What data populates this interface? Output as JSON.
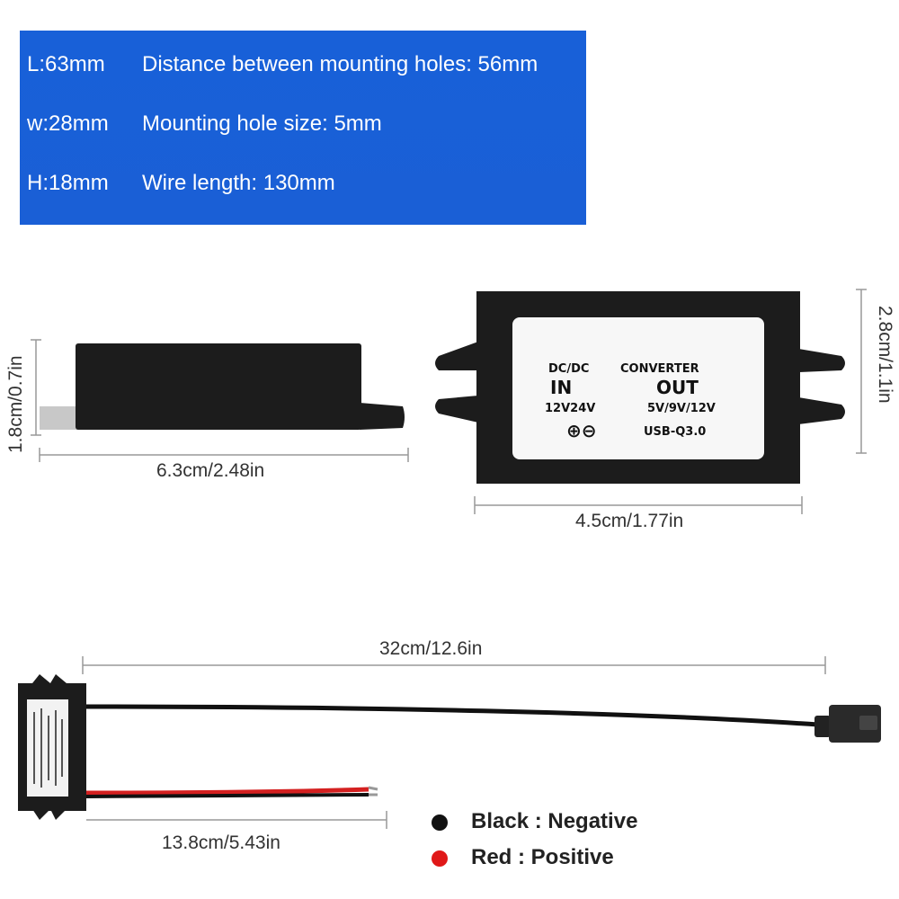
{
  "specs": [
    {
      "key": "L:63mm",
      "value": "Distance between mounting holes: 56mm"
    },
    {
      "key": "w:28mm",
      "value": "Mounting hole size: 5mm"
    },
    {
      "key": "H:18mm",
      "value": "Wire length: 130mm"
    }
  ],
  "dimensions": {
    "side_height": "1.8cm/0.7in",
    "side_length": "6.3cm/2.48in",
    "top_width": "4.5cm/1.77in",
    "top_height": "2.8cm/1.1in",
    "cable_length": "32cm/12.6in",
    "lead_length": "13.8cm/5.43in"
  },
  "label": {
    "left_line1": "DC/DC",
    "left_line2": "IN",
    "left_line3": "12V24V",
    "right_line1": "CONVERTER",
    "right_line2": "OUT",
    "right_line3": "5V/9V/12V",
    "right_line4": "USB-Q3.0"
  },
  "legend": [
    {
      "text": "Black : Negative",
      "color": "#111111"
    },
    {
      "text": "Red : Positive",
      "color": "#e01818"
    }
  ],
  "colors": {
    "panel_blue": "#1a5fd6",
    "housing": "#1c1c1c",
    "wire_red": "#d42020"
  }
}
